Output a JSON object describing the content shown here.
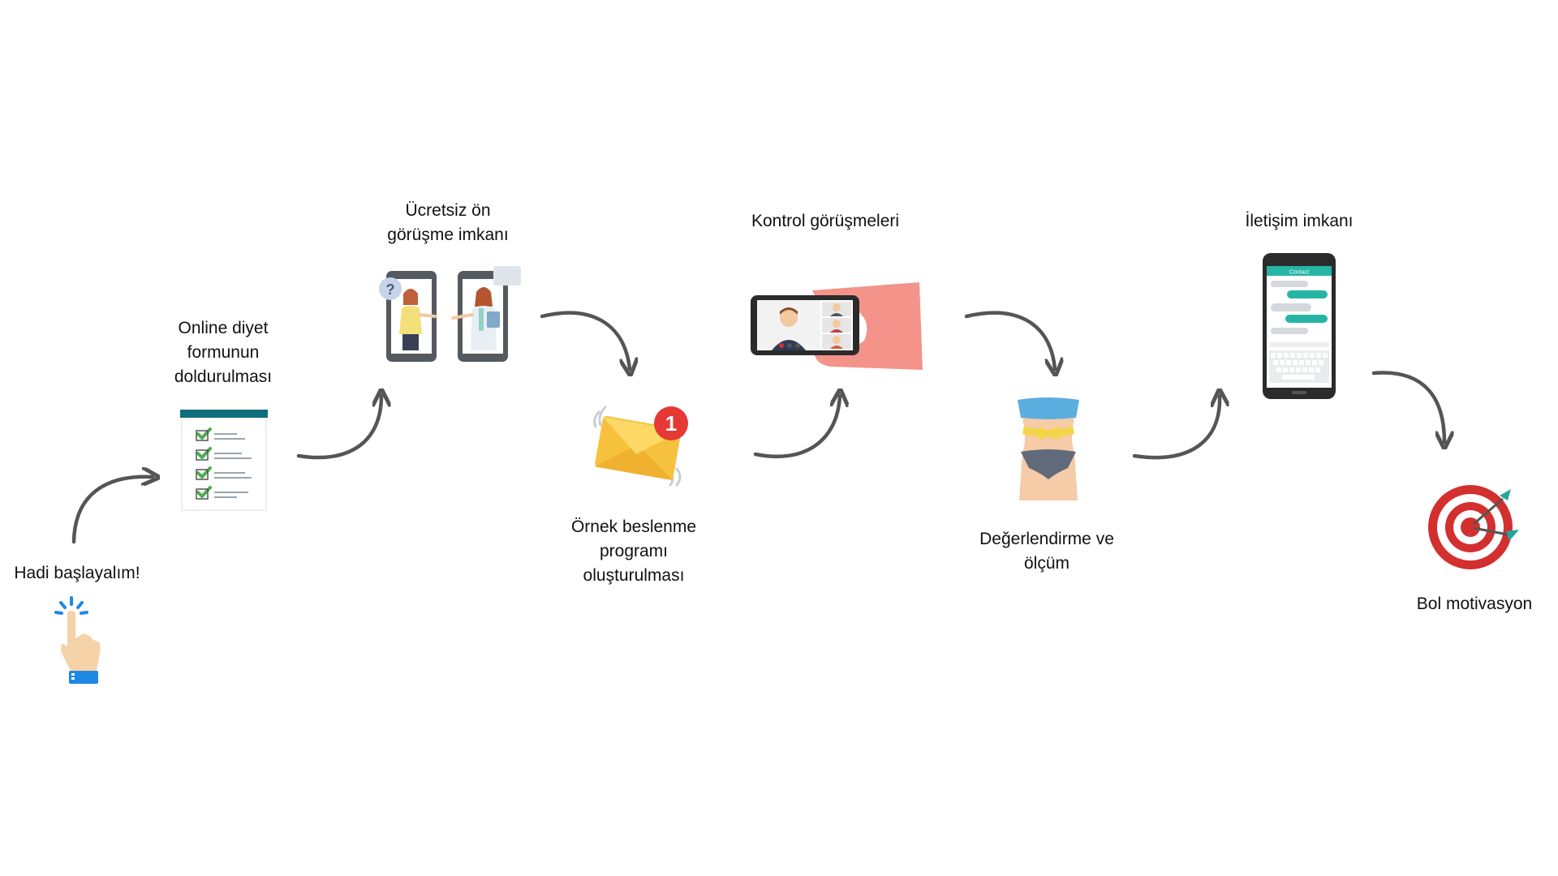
{
  "steps": [
    {
      "id": "start",
      "lines": [
        "Hadi başlayalım!"
      ],
      "icon": "hand-tap-icon"
    },
    {
      "id": "form",
      "lines": [
        "Online diyet",
        "formunun",
        "doldurulması"
      ],
      "icon": "checklist-form-icon"
    },
    {
      "id": "consult",
      "lines": [
        "Ücretsiz ön",
        "görüşme imkanı"
      ],
      "icon": "phone-consultation-icon"
    },
    {
      "id": "program",
      "lines": [
        "Örnek beslenme",
        "programı",
        "oluşturulması"
      ],
      "icon": "mail-notification-icon",
      "badge": "1"
    },
    {
      "id": "control",
      "lines": [
        "Kontrol görüşmeleri"
      ],
      "icon": "video-call-phone-icon"
    },
    {
      "id": "measure",
      "lines": [
        "Değerlendirme ve",
        "ölçüm"
      ],
      "icon": "waist-measure-icon"
    },
    {
      "id": "contact",
      "lines": [
        "İletişim imkanı"
      ],
      "icon": "chat-phone-icon",
      "phone_header": "Contact"
    },
    {
      "id": "motivation",
      "lines": [
        "Bol motivasyon"
      ],
      "icon": "target-icon"
    }
  ],
  "colors": {
    "arrow": "#555555",
    "accent_blue": "#1e88e5",
    "form_header": "#0f6e7e",
    "check_green": "#4caf50",
    "target_red": "#d32f2f",
    "chat_teal": "#26b5a5",
    "envelope_yellow": "#f6c23e",
    "badge_red": "#e53935"
  }
}
